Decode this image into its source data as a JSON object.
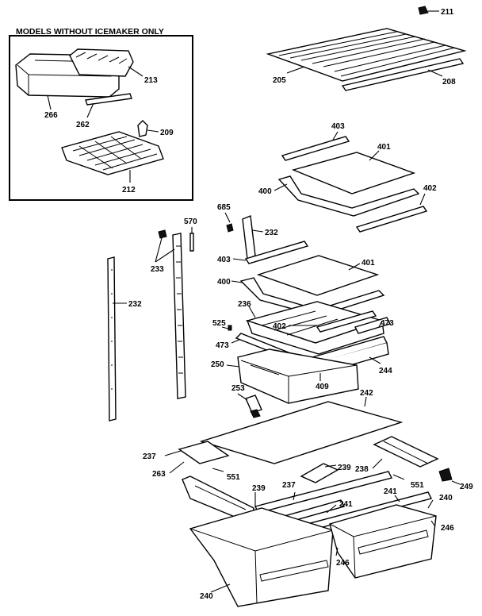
{
  "inset": {
    "title": "MODELS WITHOUT ICEMAKER ONLY"
  },
  "labels": {
    "l211": "211",
    "l205": "205",
    "l208": "208",
    "l213": "213",
    "l266": "266",
    "l262": "262",
    "l209": "209",
    "l212": "212",
    "l403a": "403",
    "l401a": "401",
    "l400a": "400",
    "l402a": "402",
    "l685": "685",
    "l570": "570",
    "l232a": "232",
    "l233": "233",
    "l403b": "403",
    "l401b": "401",
    "l400b": "400",
    "l232b": "232",
    "l236": "236",
    "l402b": "402",
    "l473a": "473",
    "l525": "525",
    "l473b": "473",
    "l244": "244",
    "l250": "250",
    "l409": "409",
    "l253": "253",
    "l242": "242",
    "l237a": "237",
    "l239a": "239",
    "l263": "263",
    "l551a": "551",
    "l238": "238",
    "l249": "249",
    "l239b": "239",
    "l237b": "237",
    "l551b": "551",
    "l241a": "241",
    "l241b": "241",
    "l240a": "240",
    "l246a": "246",
    "l246b": "246",
    "l240b": "240"
  }
}
